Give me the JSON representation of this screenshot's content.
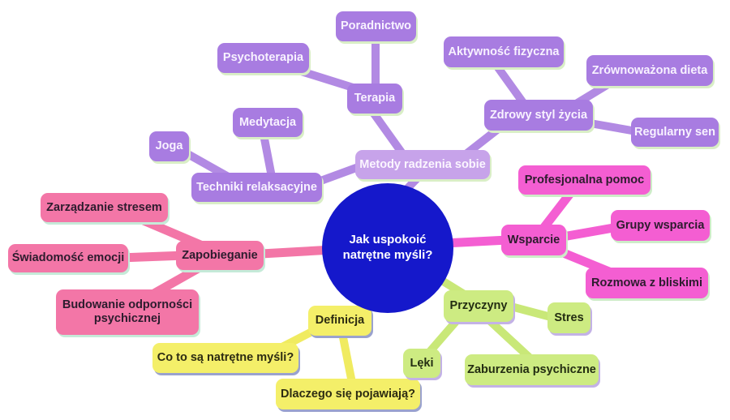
{
  "title": "Jak uspokoić natrętne myśli?",
  "center": {
    "label": "Jak uspokoić natrętne myśli?"
  },
  "branches": {
    "coping": {
      "label": "Metody radzenia sobie",
      "children": {
        "terapia": {
          "label": "Terapia",
          "children": {
            "poradnictwo": {
              "label": "Poradnictwo"
            },
            "psychoterapia": {
              "label": "Psychoterapia"
            }
          }
        },
        "zdrowy": {
          "label": "Zdrowy styl życia",
          "children": {
            "aktywnosc": {
              "label": "Aktywność fizyczna"
            },
            "dieta": {
              "label": "Zrównoważona dieta"
            },
            "sen": {
              "label": "Regularny sen"
            }
          }
        },
        "techniki": {
          "label": "Techniki relaksacyjne",
          "children": {
            "medytacja": {
              "label": "Medytacja"
            },
            "joga": {
              "label": "Joga"
            }
          }
        }
      }
    },
    "zapobieganie": {
      "label": "Zapobieganie",
      "children": {
        "zarzadzanie": {
          "label": "Zarządzanie stresem"
        },
        "swiadomosc": {
          "label": "Świadomość emocji"
        },
        "odpornosc": {
          "label": "Budowanie odporności psychicznej"
        }
      }
    },
    "wsparcie": {
      "label": "Wsparcie",
      "children": {
        "pomoc": {
          "label": "Profesjonalna pomoc"
        },
        "grupy": {
          "label": "Grupy wsparcia"
        },
        "rozmowa": {
          "label": "Rozmowa z bliskimi"
        }
      }
    },
    "definicja": {
      "label": "Definicja",
      "children": {
        "coto": {
          "label": "Co to są natrętne myśli?"
        },
        "dlaczego": {
          "label": "Dlaczego się pojawiają?"
        }
      }
    },
    "przyczyny": {
      "label": "Przyczyny",
      "children": {
        "stres": {
          "label": "Stres"
        },
        "leki": {
          "label": "Lęki"
        },
        "zaburzenia": {
          "label": "Zaburzenia psychiczne"
        }
      }
    }
  },
  "colors": {
    "center_fill": "#1518cb",
    "center_text": "#ffffff",
    "coping_child_fill": "#a87ce1",
    "coping_root_fill": "#c7a3ea",
    "coping_text": "#f8f2ff",
    "prevention_fill": "#f376a7",
    "support_fill": "#f45ed2",
    "definition_fill": "#f4ef69",
    "causes_fill": "#cdeb82",
    "dark_text": "#2d1c2e",
    "purple_shadow": "#d9eec6",
    "pink_shadow": "#c5ead8",
    "yellow_shadow": "#9aa2ce",
    "green_shadow": "#c3b2e6",
    "background": "#ffffff"
  }
}
